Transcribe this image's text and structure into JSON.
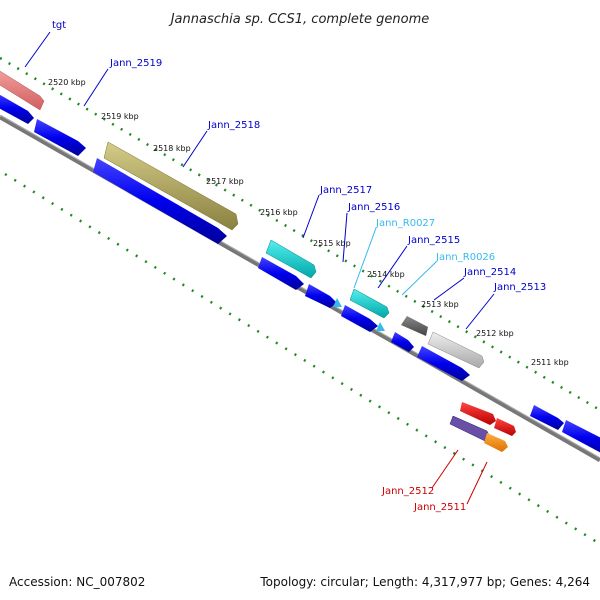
{
  "title": "Jannaschia sp. CCS1, complete genome",
  "footer": {
    "accession": "Accession: NC_007802",
    "topology": "Topology: circular; Length: 4,317,977 bp; Genes: 4,264"
  },
  "ticks": [
    "2520 kbp",
    "2519 kbp",
    "2518 kbp",
    "2517 kbp",
    "2516 kbp",
    "2515 kbp",
    "2514 kbp",
    "2513 kbp",
    "2512 kbp",
    "2511 kbp"
  ],
  "genes": [
    {
      "name": "tgt",
      "color": "#0000cc"
    },
    {
      "name": "Jann_2519",
      "color": "#0000cc"
    },
    {
      "name": "Jann_2518",
      "color": "#0000cc"
    },
    {
      "name": "Jann_2517",
      "color": "#0000cc"
    },
    {
      "name": "Jann_2516",
      "color": "#0000cc"
    },
    {
      "name": "Jann_R0027",
      "color": "#33bbee"
    },
    {
      "name": "Jann_2515",
      "color": "#0000cc"
    },
    {
      "name": "Jann_R0026",
      "color": "#33bbee"
    },
    {
      "name": "Jann_2514",
      "color": "#0000cc"
    },
    {
      "name": "Jann_2513",
      "color": "#0000cc"
    },
    {
      "name": "Jann_2512",
      "color": "#cc0000"
    },
    {
      "name": "Jann_2511",
      "color": "#cc0000"
    }
  ]
}
